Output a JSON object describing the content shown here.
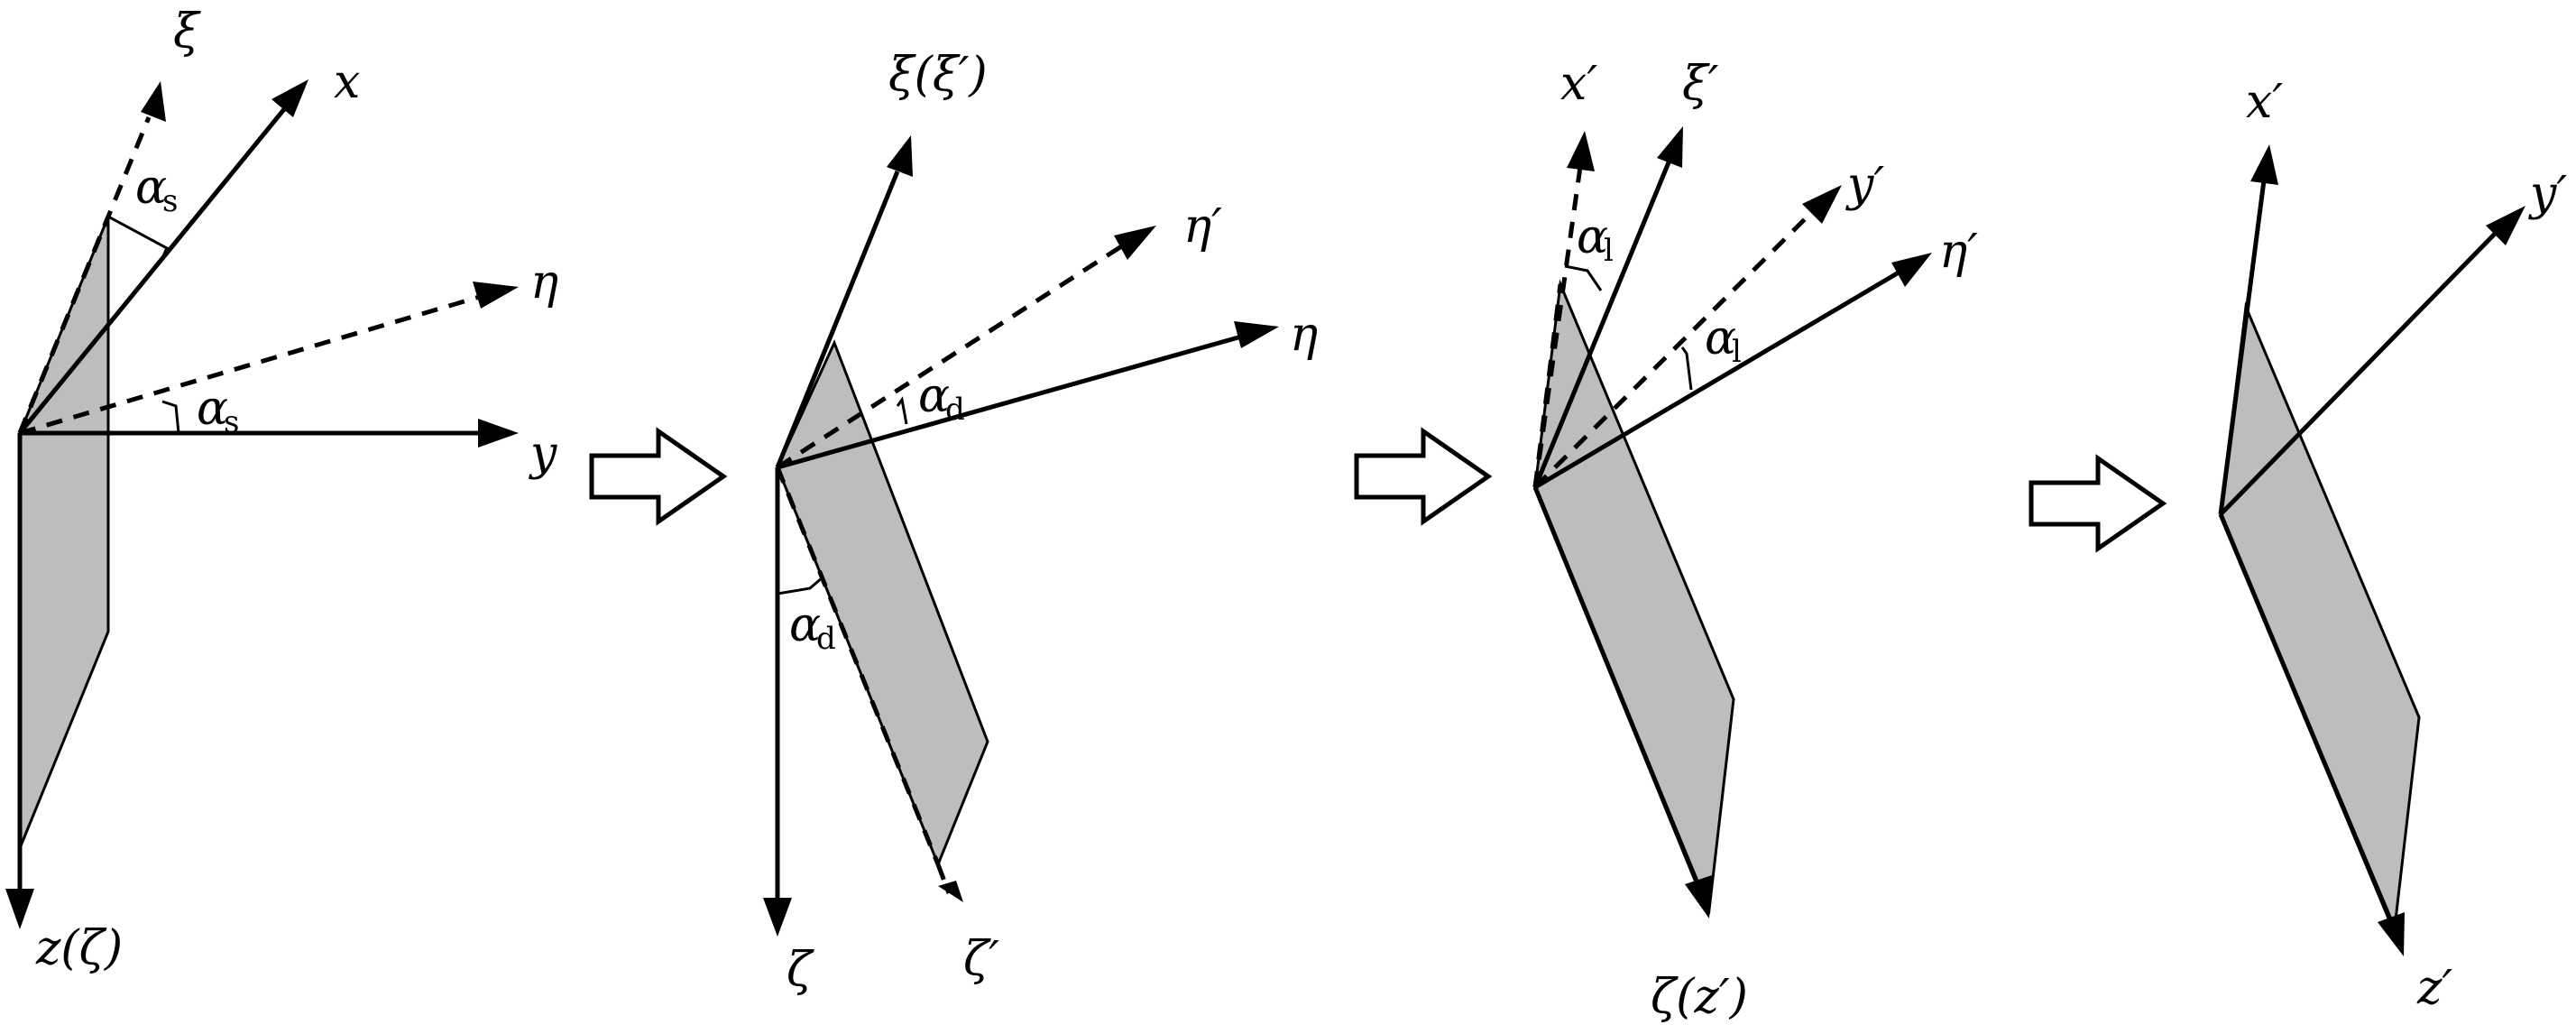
{
  "panels": [
    {
      "labels": {
        "xi": "ξ",
        "x": "x",
        "eta": "η",
        "y": "y",
        "z": "z(ζ)",
        "alpha_top": "α",
        "alpha_top_sub": "s",
        "alpha_mid": "α",
        "alpha_mid_sub": "s"
      }
    },
    {
      "labels": {
        "xi": "ξ(ξ′)",
        "eta_prime": "η′",
        "eta": "η",
        "zeta": "ζ",
        "zeta_prime": "ζ′",
        "alpha_right": "α",
        "alpha_right_sub": "d",
        "alpha_left": "α",
        "alpha_left_sub": "d"
      }
    },
    {
      "labels": {
        "x_prime": "x′",
        "xi_prime": "ξ′",
        "y_prime": "y′",
        "eta_prime": "η′",
        "zeta": "ζ(z′)",
        "alpha_top": "α",
        "alpha_top_sub": "l",
        "alpha_mid": "α",
        "alpha_mid_sub": "l"
      }
    },
    {
      "labels": {
        "x_prime": "x′",
        "y_prime": "y′",
        "z_prime": "z′"
      }
    }
  ],
  "colors": {
    "plane_fill": "#bdbdbd",
    "line": "#000000",
    "background": "#ffffff"
  }
}
